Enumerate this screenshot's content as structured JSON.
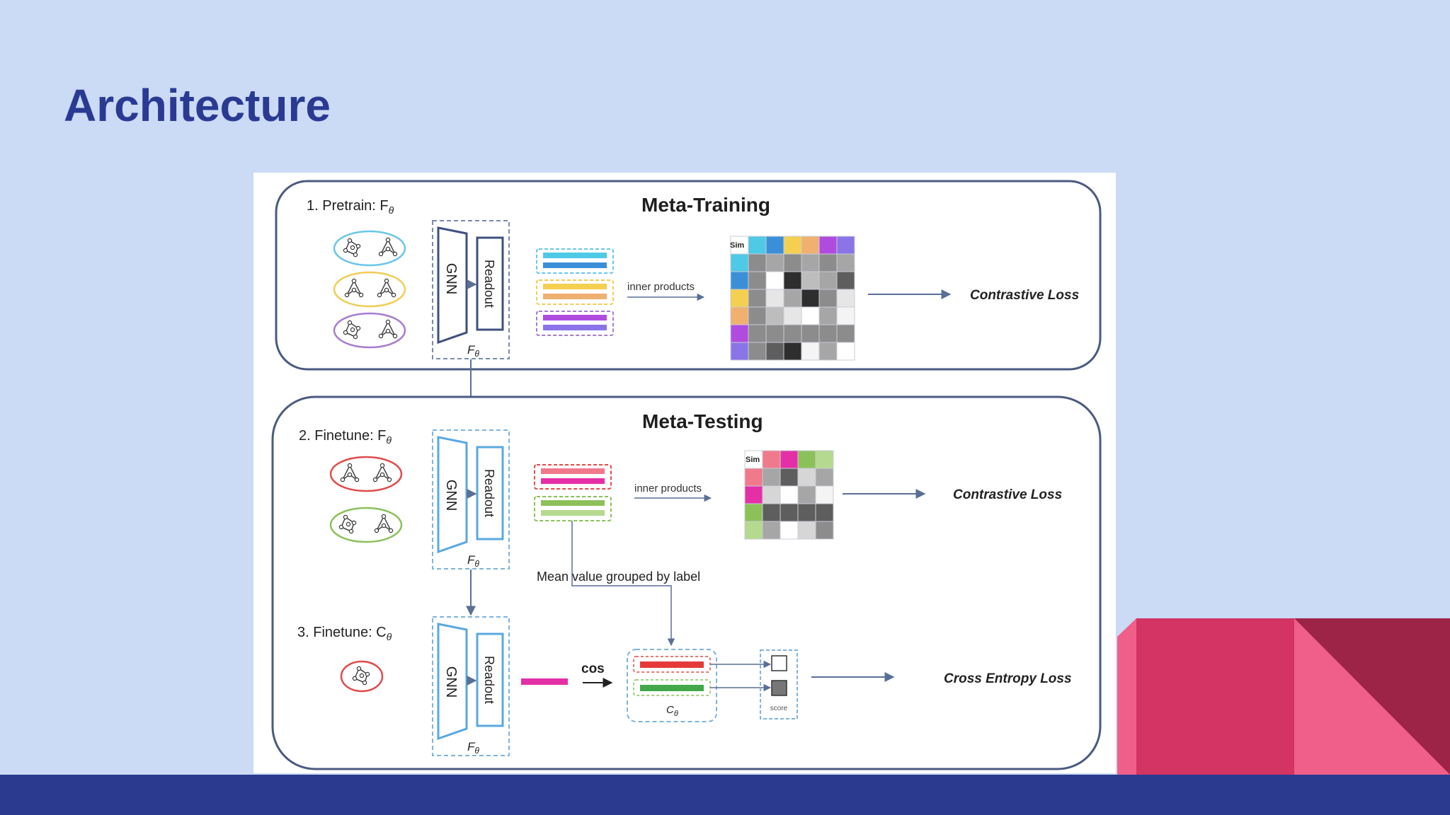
{
  "slide": {
    "title": "Architecture"
  },
  "colors": {
    "background": "#cbdaf5",
    "title": "#2a3a93",
    "bottom_bar": "#2b3a8f",
    "deco_pink": "#f05f8a",
    "deco_crimson": "#d33463",
    "deco_maroon": "#9e2447",
    "encoder_stroke_train": "#3f4f7f",
    "encoder_stroke_test": "#5aa8e0"
  },
  "diagram": {
    "meta_training": {
      "title": "Meta-Training",
      "step_label": "1. Pretrain: F",
      "step_sub": "θ",
      "gnn_label": "GNN",
      "readout_label": "Readout",
      "encoder_label": "F",
      "encoder_sub": "θ",
      "inner_products_label": "inner products",
      "sim_label": "Sim",
      "loss_label": "Contrastive Loss"
    },
    "meta_testing": {
      "title": "Meta-Testing",
      "finetune_f": {
        "step_label": "2. Finetune: F",
        "step_sub": "θ",
        "gnn_label": "GNN",
        "readout_label": "Readout",
        "encoder_label": "F",
        "encoder_sub": "θ",
        "inner_products_label": "inner products",
        "sim_label": "Sim",
        "loss_label": "Contrastive Loss"
      },
      "mean_label": "Mean value grouped by label",
      "finetune_c": {
        "step_label": "3. Finetune: C",
        "step_sub": "θ",
        "gnn_label": "GNN",
        "readout_label": "Readout",
        "encoder_label": "F",
        "encoder_sub": "θ",
        "cos_label": "cos",
        "classifier_label": "C",
        "classifier_sub": "θ",
        "score_label": "score",
        "loss_label": "Cross Entropy Loss"
      }
    }
  }
}
